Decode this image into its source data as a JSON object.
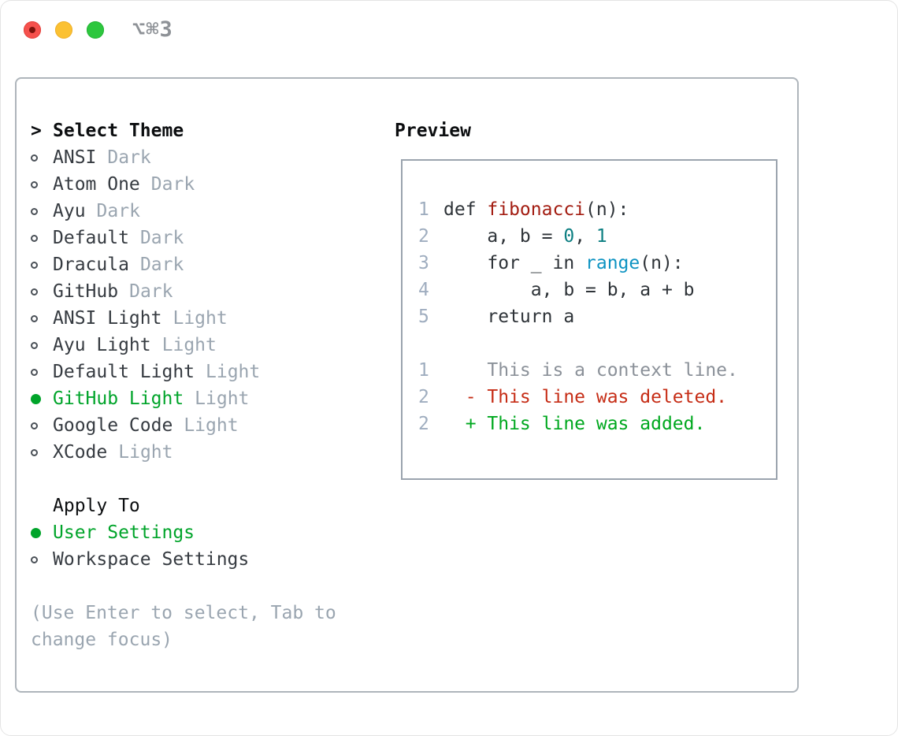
{
  "window": {
    "titlebar": {
      "shortcut_label": "⌥⌘3",
      "traffic_lights": [
        "close",
        "minimize",
        "zoom"
      ]
    }
  },
  "theme_panel": {
    "header": {
      "marker": ">",
      "label": "Select Theme"
    },
    "themes": [
      {
        "name": "ANSI",
        "variant": "Dark",
        "selected": false
      },
      {
        "name": "Atom One",
        "variant": "Dark",
        "selected": false
      },
      {
        "name": "Ayu",
        "variant": "Dark",
        "selected": false
      },
      {
        "name": "Default",
        "variant": "Dark",
        "selected": false
      },
      {
        "name": "Dracula",
        "variant": "Dark",
        "selected": false
      },
      {
        "name": "GitHub",
        "variant": "Dark",
        "selected": false
      },
      {
        "name": "ANSI Light",
        "variant": "Light",
        "selected": false
      },
      {
        "name": "Ayu Light",
        "variant": "Light",
        "selected": false
      },
      {
        "name": "Default Light",
        "variant": "Light",
        "selected": false
      },
      {
        "name": "GitHub Light",
        "variant": "Light",
        "selected": true
      },
      {
        "name": "Google Code",
        "variant": "Light",
        "selected": false
      },
      {
        "name": "XCode",
        "variant": "Light",
        "selected": false
      }
    ],
    "apply_to": {
      "label": "Apply To",
      "options": [
        {
          "name": "User Settings",
          "selected": true
        },
        {
          "name": "Workspace Settings",
          "selected": false
        }
      ]
    },
    "hint": "(Use Enter to select, Tab to change focus)"
  },
  "preview": {
    "title": "Preview",
    "code_lines": [
      {
        "num": "1",
        "segments": [
          {
            "text": "def ",
            "style": "plain"
          },
          {
            "text": "fibonacci",
            "style": "function"
          },
          {
            "text": "(n):",
            "style": "plain"
          }
        ]
      },
      {
        "num": "2",
        "segments": [
          {
            "text": "    a, b = ",
            "style": "plain"
          },
          {
            "text": "0",
            "style": "number"
          },
          {
            "text": ", ",
            "style": "plain"
          },
          {
            "text": "1",
            "style": "number"
          }
        ]
      },
      {
        "num": "3",
        "segments": [
          {
            "text": "    for _ in ",
            "style": "plain"
          },
          {
            "text": "range",
            "style": "builtin"
          },
          {
            "text": "(n):",
            "style": "plain"
          }
        ]
      },
      {
        "num": "4",
        "segments": [
          {
            "text": "        a, b = b, a + b",
            "style": "plain"
          }
        ]
      },
      {
        "num": "5",
        "segments": [
          {
            "text": "    return a",
            "style": "plain"
          }
        ]
      },
      {
        "num": "",
        "segments": []
      },
      {
        "num": "1",
        "segments": [
          {
            "text": "    This is a context line.",
            "style": "context"
          }
        ]
      },
      {
        "num": "2",
        "segments": [
          {
            "text": "  - This line was deleted.",
            "style": "deleted"
          }
        ]
      },
      {
        "num": "2",
        "segments": [
          {
            "text": "  + This line was added.",
            "style": "added"
          }
        ]
      }
    ]
  },
  "colors": {
    "accent_green": "#00a42a",
    "item_text": "#363b41",
    "heading_text": "#0c0e10",
    "muted_text": "#9aa5b0",
    "panel_border": "#aeb5bb",
    "preview_border": "#9ba4ae",
    "line_number": "#9fadbf",
    "code_plain": "#2e3338",
    "code_function": "#a31d12",
    "code_number": "#0d7f82",
    "code_builtin": "#0d93c2",
    "diff_context": "#8b9199",
    "diff_deleted": "#c62d16",
    "diff_added": "#00a81f",
    "traffic_red": "#f5514d",
    "traffic_yellow": "#fbc132",
    "traffic_green": "#2dc73e",
    "shortcut_text": "#8e9297"
  }
}
